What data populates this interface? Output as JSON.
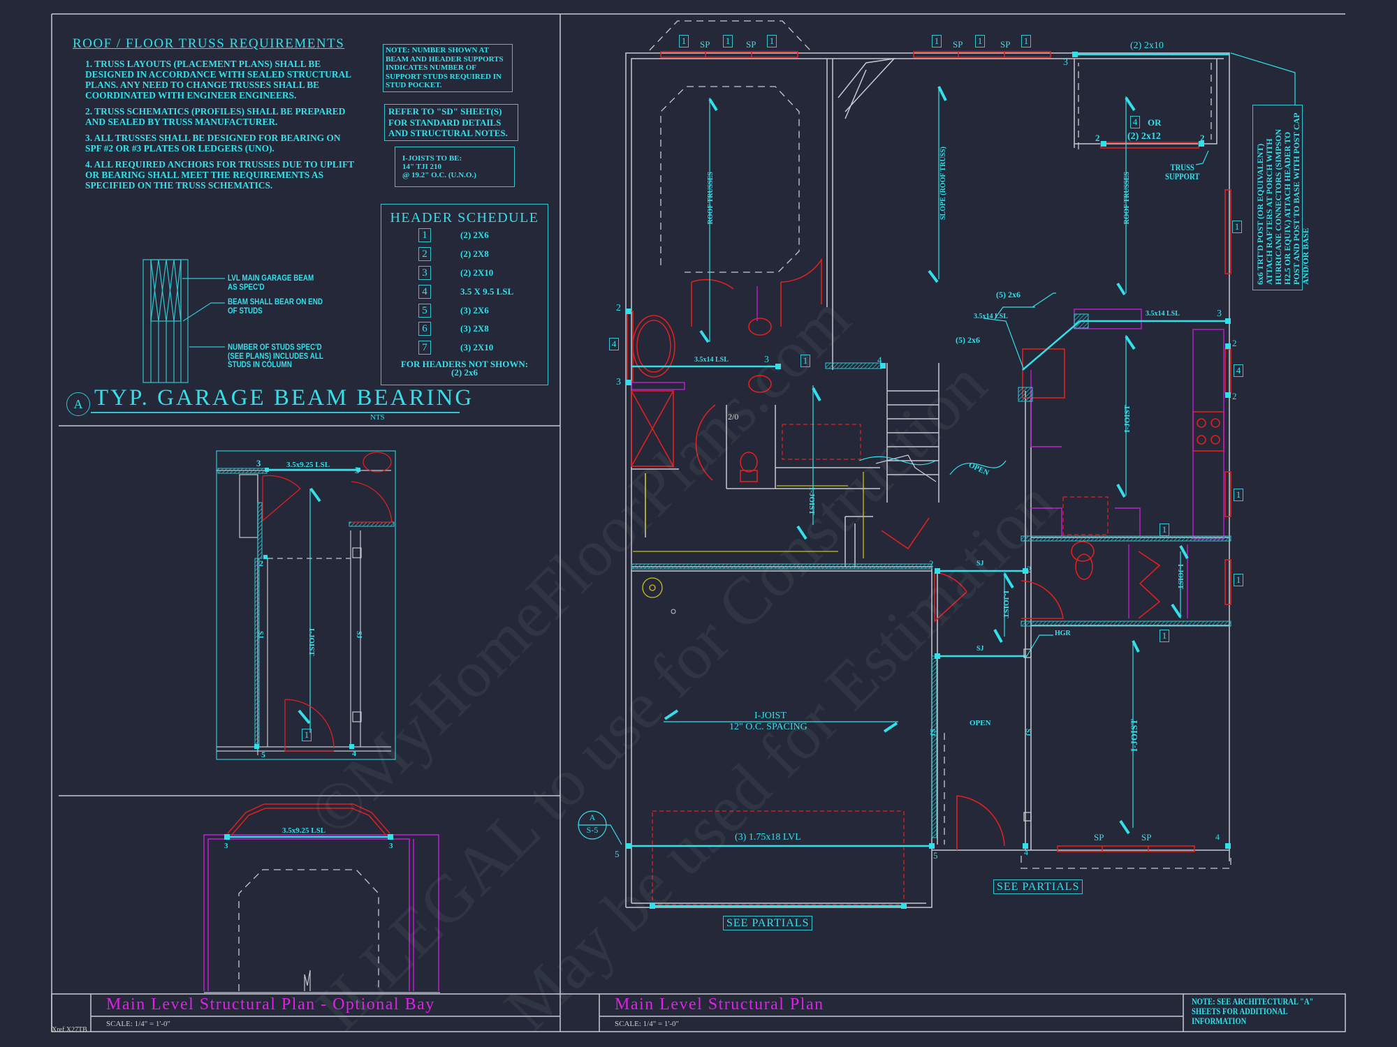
{
  "sheet": {
    "background": "#242838",
    "accent_cyan": "#33e0ea",
    "title_magenta": "#e020e8",
    "door_red": "#e02020",
    "wall_gray": "#d0d0d0"
  },
  "truss_requirements": {
    "title": "ROOF / FLOOR  TRUSS REQUIREMENTS",
    "items": [
      "1. TRUSS LAYOUTS (PLACEMENT PLANS) SHALL BE DESIGNED IN ACCORDANCE WITH SEALED STRUCTURAL PLANS. ANY NEED TO CHANGE TRUSSES SHALL BE COORDINATED WITH ENGINEER ENGINEERS.",
      "2. TRUSS SCHEMATICS (PROFILES) SHALL BE PREPARED AND SEALED BY TRUSS MANUFACTURER.",
      "3. ALL TRUSSES SHALL BE DESIGNED FOR BEARING ON SPF #2 OR #3 PLATES OR LEDGERS (UNO).",
      "4. ALL REQUIRED ANCHORS FOR TRUSSES DUE TO UPLIFT OR BEARING SHALL MEET THE REQUIREMENTS AS SPECIFIED ON THE TRUSS SCHEMATICS."
    ]
  },
  "notes": {
    "stud_note": "NOTE: NUMBER SHOWN AT BEAM AND HEADER SUPPORTS INDICATES NUMBER OF SUPPORT STUDS REQUIRED IN STUD POCKET.",
    "sd_note": "REFER TO \"SD\" SHEET(S) FOR STANDARD DETAILS AND STRUCTURAL NOTES.",
    "ijoist_note_lines": [
      "I-JOISTS TO BE:",
      "14\" TJI 210",
      "@ 19.2\" O.C. (U.N.O.)"
    ],
    "porch_note": "6x6 TRT'D POST (OR EQUIVALENT) ATTACH RAFTERS AT PORCH WITH HURRICANE CONNECTORS (SIMPSON H2.5 OR EQUIV.) ATTACH HEADER TO POST AND POST TO BASE WITH POST CAP AND/OR BASE",
    "architectural_note": [
      "NOTE: SEE ARCHITECTURAL \"A\"",
      "SHEETS FOR ADDITIONAL",
      "INFORMATION"
    ]
  },
  "header_schedule": {
    "title": "HEADER SCHEDULE",
    "rows": [
      {
        "num": "1",
        "value": "(2) 2X6"
      },
      {
        "num": "2",
        "value": "(2) 2X8"
      },
      {
        "num": "3",
        "value": "(2) 2X10"
      },
      {
        "num": "4",
        "value": "3.5 X 9.5 LSL"
      },
      {
        "num": "5",
        "value": "(3) 2X6"
      },
      {
        "num": "6",
        "value": "(3) 2X8"
      },
      {
        "num": "7",
        "value": "(3) 2X10"
      }
    ],
    "footer_lines": [
      "FOR HEADERS NOT SHOWN:",
      "(2) 2x6"
    ]
  },
  "garage_beam_detail": {
    "marker": "A",
    "title": "TYP. GARAGE BEAM BEARING",
    "scale": "NTS",
    "callouts": [
      [
        "LVL MAIN GARAGE BEAM",
        "AS SPEC'D"
      ],
      [
        "BEAM SHALL BEAR ON END",
        "OF STUDS"
      ],
      [
        "NUMBER OF STUDS SPEC'D",
        "(SEE PLANS) INCLUDES ALL",
        "STUDS IN COLUMN"
      ]
    ]
  },
  "partial_plan": {
    "beam_label": "3.5x9.25 LSL",
    "support_left": "3",
    "support_right": "3",
    "joist_label": "I-JOIST",
    "sj_label": "SJ",
    "post_labels": [
      "2",
      "5",
      "4"
    ],
    "header_tag": "1"
  },
  "bay_plan": {
    "beam_label": "3.5x9.25 LSL",
    "support_left": "3",
    "support_right": "3"
  },
  "main_plan": {
    "top_labels": {
      "sp": "SP",
      "tag1": "1",
      "porch_beam": "(2) 2x10",
      "porch_beam_support": "3",
      "alt_header_tag": "4",
      "alt_header_or": "OR",
      "alt_header": "(2) 2x12",
      "alt_header_supports": [
        "2",
        "2"
      ],
      "truss_support": [
        "TRUSS",
        "SUPPORT"
      ]
    },
    "spans": {
      "roof_trusses": "ROOF TRUSSES",
      "slope": "SLOPE (ROOF TRUSS)",
      "ijoist": "I-JOIST",
      "garage_joist": "I-JOIST",
      "garage_spacing": "12\" O.C. SPACING",
      "open": "OPEN",
      "open_stair": "OPEN",
      "sj": "SJ",
      "hgr": "HGR",
      "door_size": "2/0"
    },
    "beams": {
      "bath_beam": "3.5x14 LSL",
      "bath_beam_support": "3",
      "kitchen_beam_angled": "3.5x14 LSL",
      "kitchen_beam": "3.5x14 LSL",
      "kitchen_beam_support": "3",
      "posts_2x6": [
        "(5) 2x6",
        "(5) 2x6"
      ],
      "garage_beam": "(3) 1.75x18 LVL",
      "garage_supports": [
        "5",
        "5"
      ]
    },
    "section_marker": {
      "top": "A",
      "bottom": "S-5"
    },
    "side_tags": [
      "4",
      "1",
      "4",
      "1",
      "1",
      "1",
      "1",
      "1"
    ],
    "support_numbers": [
      "2",
      "3",
      "2",
      "2",
      "2",
      "2",
      "4",
      "4",
      "4",
      "3",
      "2",
      "2"
    ],
    "see_partials": [
      "SEE PARTIALS",
      "SEE PARTIALS"
    ]
  },
  "title_block": {
    "left_title": "Main Level Structural Plan - Optional Bay",
    "left_scale": "SCALE: 1/4\" = 1'-0\"",
    "right_title": "Main Level Structural Plan",
    "right_scale": "SCALE: 1/4\" = 1'-0\"",
    "xref": "Xref X27TB"
  },
  "watermark": [
    "©MyHomeFloorPlans.com",
    "ILLEGAL to use for Construction",
    "May be used for Estimation"
  ]
}
